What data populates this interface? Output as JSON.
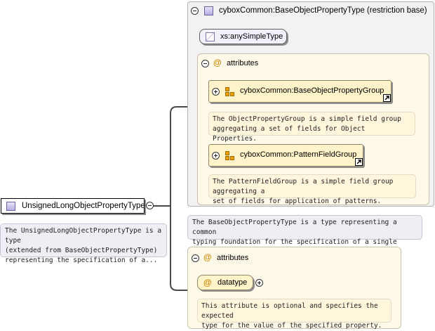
{
  "root_element": {
    "name": "UnsignedLongObjectPropertyType",
    "doc": [
      "The UnsignedLongObjectPropertyType is a type",
      "(extended from BaseObjectPropertyType)",
      "representing the specification of a..."
    ]
  },
  "base_type": {
    "title": "cyboxCommon:BaseObjectPropertyType (restriction base)",
    "simple_type": "xs:anySimpleType",
    "attributes_label": "attributes",
    "groups": [
      {
        "name": "cyboxCommon:BaseObjectPropertyGroup",
        "doc": [
          "The ObjectPropertyGroup is a simple field group",
          "aggregating a set of fields for Object Properties."
        ]
      },
      {
        "name": "cyboxCommon:PatternFieldGroup",
        "doc": [
          "The PatternFieldGroup is a simple field group aggregating a",
          "set of fields for application of patterns."
        ]
      }
    ],
    "doc": [
      "The BaseObjectPropertyType is a type representing a common",
      "typing foundation for the specification of a single Object..."
    ]
  },
  "extension": {
    "attributes_label": "attributes",
    "attribute": {
      "name": "datatype",
      "doc": [
        "This attribute is optional and specifies the expected",
        "type for the value of the specified property."
      ]
    }
  },
  "colors": {
    "connector": "#4a4a4a",
    "node_fill": "#fff3c9",
    "panel_cream": "#fff9e9",
    "panel_grey": "#f2f2f2",
    "doc_grey": "#eeeef4",
    "attribute_icon": "#c98a00",
    "group_icon": "#e8a100"
  }
}
